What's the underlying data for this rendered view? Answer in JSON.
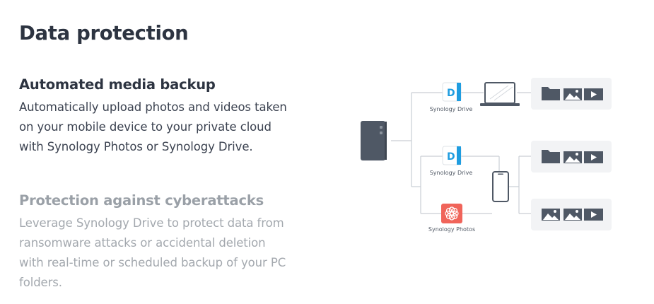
{
  "section": {
    "title": "Data protection"
  },
  "features": [
    {
      "title": "Automated media backup",
      "description": "Automatically upload photos and videos taken on your mobile device to your private cloud with Synology Photos or Synology Drive.",
      "active": true
    },
    {
      "title": "Protection against cyberattacks",
      "description": "Leverage Synology Drive to protect data from ransomware attacks or accidental deletion with real-time or scheduled backup of your PC folders.",
      "active": false
    }
  ],
  "diagram": {
    "apps": {
      "drive_top": "Synology Drive",
      "drive_mid": "Synology Drive",
      "photos": "Synology Photos"
    },
    "app_icon_letter": "D",
    "icons": {
      "nas": "nas-server-icon",
      "drive": "synology-drive-icon",
      "photos": "synology-photos-icon",
      "laptop": "laptop-icon",
      "phone": "smartphone-icon",
      "folder": "folder-icon",
      "image": "image-icon",
      "video": "video-play-icon"
    },
    "colors": {
      "line": "#c9ced4",
      "device": "#4f5865",
      "panel": "#f2f3f5",
      "drive_blue": "#1f9de0",
      "photos_red": "#f0645a"
    }
  }
}
